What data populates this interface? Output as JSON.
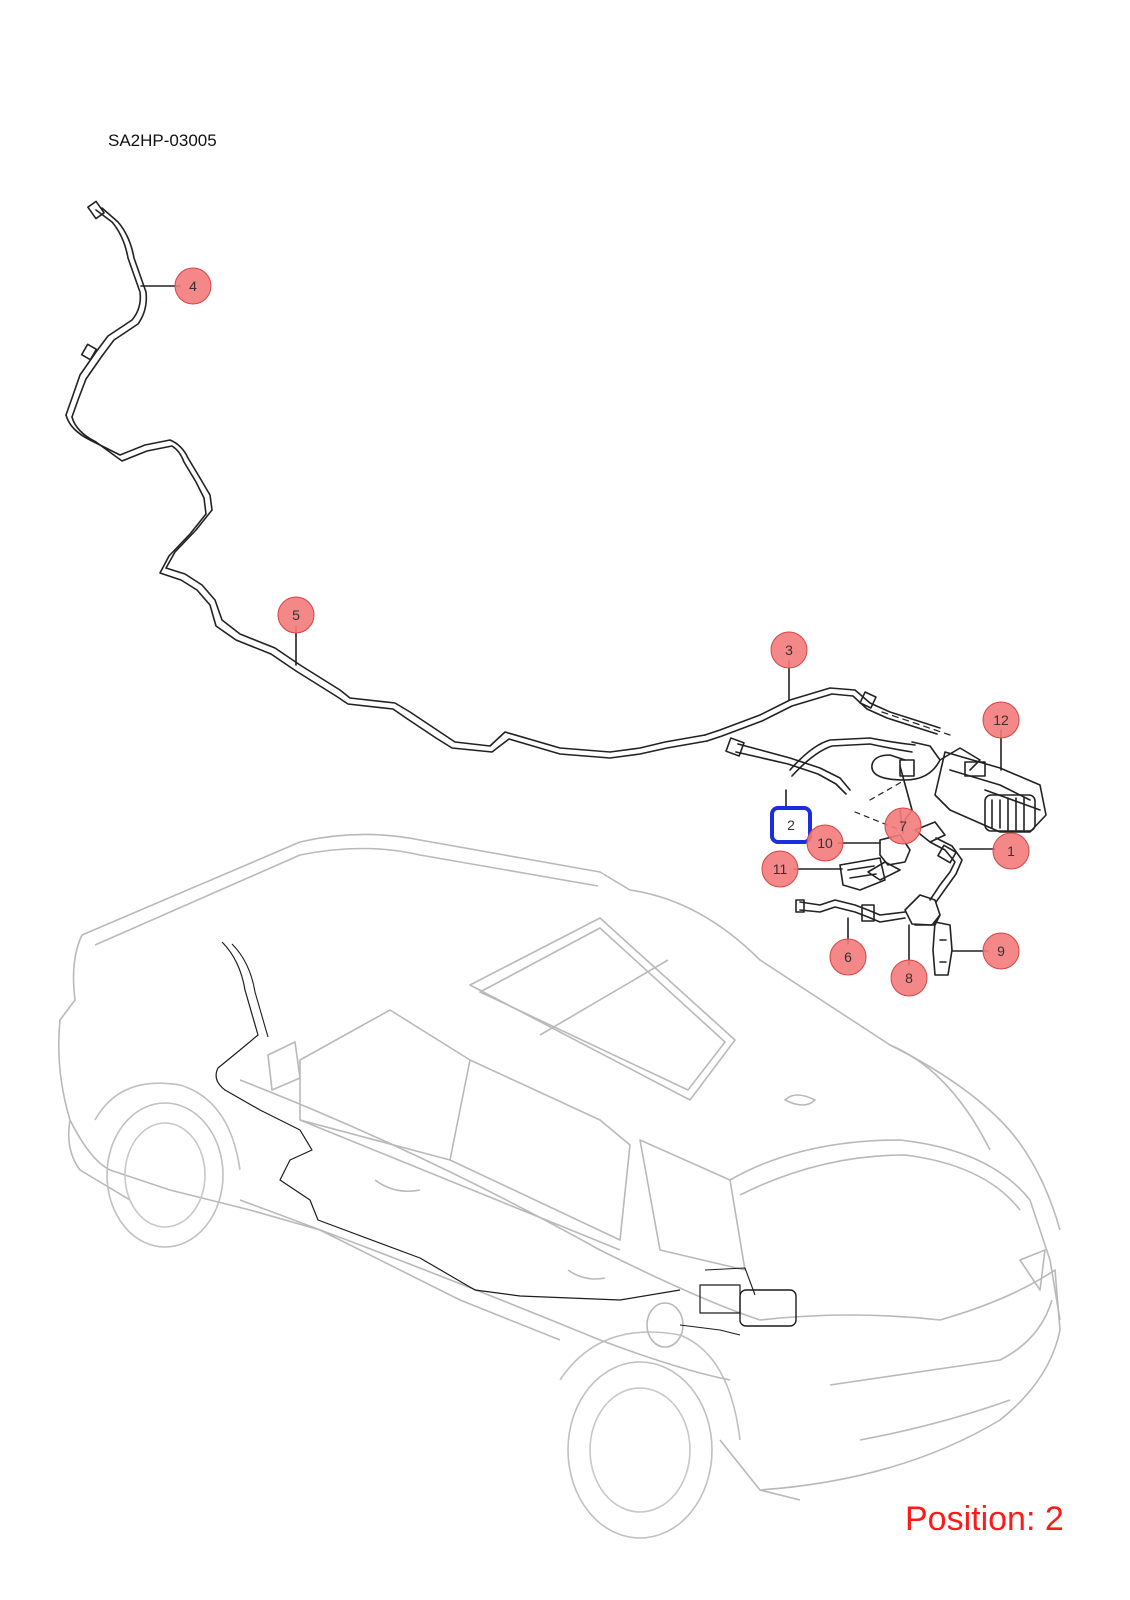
{
  "diagram_code": "SA2HP-03005",
  "position_text": "Position: 2",
  "selected_position": "2",
  "colors": {
    "callout_fill": "#f37a7a",
    "callout_stroke": "#d64545",
    "selected_stroke": "#1a2de0",
    "position_text": "#ff1a1a",
    "part_line": "#222222",
    "car_outline": "#b9b9b9"
  },
  "callouts": [
    {
      "number": "1",
      "part": "hose"
    },
    {
      "number": "2",
      "part": "hose"
    },
    {
      "number": "3",
      "part": "pipe"
    },
    {
      "number": "4",
      "part": "pipe"
    },
    {
      "number": "5",
      "part": "pipe"
    },
    {
      "number": "6",
      "part": "hose"
    },
    {
      "number": "7",
      "part": "clamp"
    },
    {
      "number": "8",
      "part": "valve"
    },
    {
      "number": "9",
      "part": "bracket"
    },
    {
      "number": "10",
      "part": "valve"
    },
    {
      "number": "11",
      "part": "bracket"
    },
    {
      "number": "12",
      "part": "canister"
    }
  ]
}
